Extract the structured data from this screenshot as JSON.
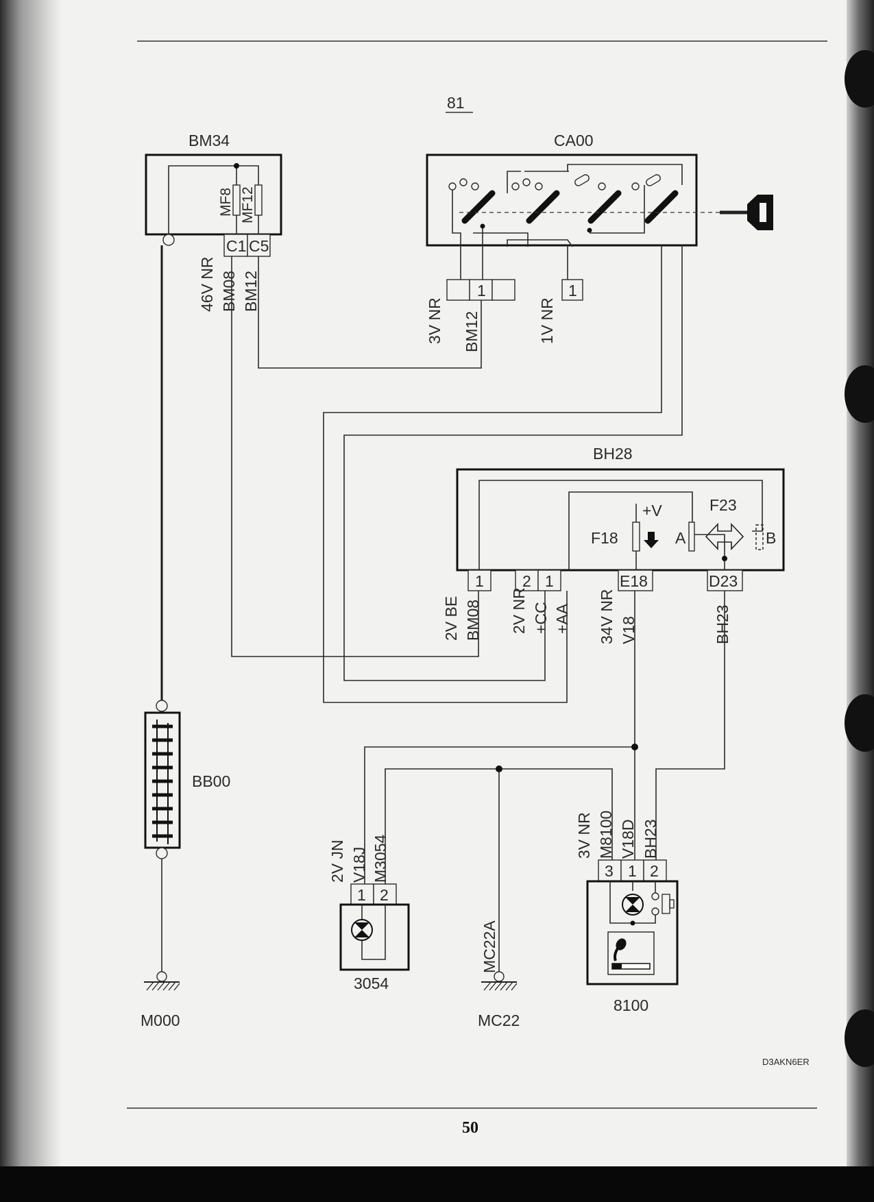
{
  "diagram_number": "81",
  "page_number": "50",
  "reference_code": "D3AKN6ER",
  "components": {
    "bm34": {
      "label": "BM34",
      "fuses": [
        "MF8",
        "MF12"
      ],
      "pins": [
        "C1",
        "C5"
      ]
    },
    "ca00": {
      "label": "CA00",
      "pins": [
        "1",
        "1"
      ]
    },
    "bh28": {
      "label": "BH28",
      "fuse_f18": "F18",
      "fuse_f23": "F23",
      "plus_v": "+V",
      "terminal_a": "A",
      "terminal_b": "B",
      "pins": [
        "1",
        "2",
        "1",
        "E18",
        "D23"
      ]
    },
    "bb00": {
      "label": "BB00"
    },
    "m000": {
      "label": "M000"
    },
    "c3054": {
      "label": "3054",
      "pins": [
        "1",
        "2"
      ]
    },
    "mc22": {
      "label": "MC22",
      "wire": "MC22A"
    },
    "c8100": {
      "label": "8100",
      "pins": [
        "3",
        "1",
        "2"
      ]
    }
  },
  "wire_labels": {
    "bm34_harness": "46V NR",
    "bm34_c1": "BM08",
    "bm34_c5": "BM12",
    "ca00_harness": "3V NR",
    "ca00_pin1": "BM12",
    "ca00_single": "1V NR",
    "bh28_p1_harness": "2V BE",
    "bh28_p1": "BM08",
    "bh28_p21_harness": "2V NR",
    "bh28_p2": "+CC",
    "bh28_p1b": "+AA",
    "bh28_e18_harness": "34V NR",
    "bh28_e18": "V18",
    "bh28_d23": "BH23",
    "c3054_harness": "2V JN",
    "c3054_p1": "V18J",
    "c3054_p2": "M3054",
    "c8100_harness": "3V NR",
    "c8100_p3": "M8100",
    "c8100_p1": "V18D",
    "c8100_p2": "BH23"
  }
}
